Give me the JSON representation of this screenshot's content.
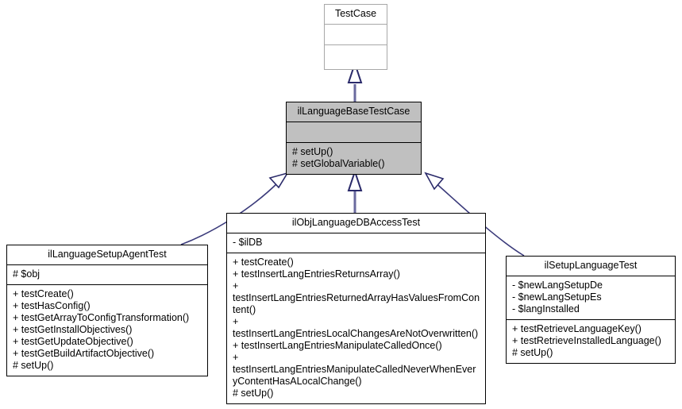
{
  "diagram": {
    "title": "ilLanguageBaseTestCase inheritance diagram",
    "type": "uml-class-inheritance",
    "colors": {
      "highlight_fill": "#c0c0c0",
      "box_border": "#000000",
      "root_border": "#a8a8a8",
      "edge_line": "#6a6a9e",
      "arrow_outline": "#2a2a6a",
      "background": "#ffffff",
      "text": "#000000"
    },
    "classes": [
      {
        "id": "testcase",
        "name": "TestCase",
        "attributes": [],
        "methods": [],
        "highlighted": false,
        "root": true
      },
      {
        "id": "base",
        "name": "ilLanguageBaseTestCase",
        "attributes": [],
        "methods": [
          "# setUp()",
          "# setGlobalVariable()"
        ],
        "highlighted": true,
        "root": false
      },
      {
        "id": "agent",
        "name": "ilLanguageSetupAgentTest",
        "attributes": [
          "# $obj"
        ],
        "methods": [
          "+ testCreate()",
          "+ testHasConfig()",
          "+ testGetArrayToConfigTransformation()",
          "+ testGetInstallObjectives()",
          "+ testGetUpdateObjective()",
          "+ testGetBuildArtifactObjective()",
          "# setUp()"
        ],
        "highlighted": false,
        "root": false
      },
      {
        "id": "dbaccess",
        "name": "ilObjLanguageDBAccessTest",
        "attributes": [
          "- $ilDB"
        ],
        "methods": [
          "+ testCreate()",
          "+ testInsertLangEntriesReturnsArray()",
          "+ testInsertLangEntriesReturnedArrayHasValuesFromContent()",
          "+ testInsertLangEntriesLocalChangesAreNotOverwritten()",
          "+ testInsertLangEntriesManipulateCalledOnce()",
          "+ testInsertLangEntriesManipulateCalledNeverWhenEveryContentHasALocalChange()",
          "# setUp()"
        ],
        "highlighted": false,
        "root": false
      },
      {
        "id": "setuplang",
        "name": "ilSetupLanguageTest",
        "attributes": [
          "- $newLangSetupDe",
          "- $newLangSetupEs",
          "- $langInstalled"
        ],
        "methods": [
          "+ testRetrieveLanguageKey()",
          "+ testRetrieveInstalledLanguage()",
          "# setUp()"
        ],
        "highlighted": false,
        "root": false
      }
    ],
    "edges": [
      {
        "from": "base",
        "to": "testcase",
        "kind": "generalization"
      },
      {
        "from": "agent",
        "to": "base",
        "kind": "generalization"
      },
      {
        "from": "dbaccess",
        "to": "base",
        "kind": "generalization"
      },
      {
        "from": "setuplang",
        "to": "base",
        "kind": "generalization"
      }
    ]
  }
}
